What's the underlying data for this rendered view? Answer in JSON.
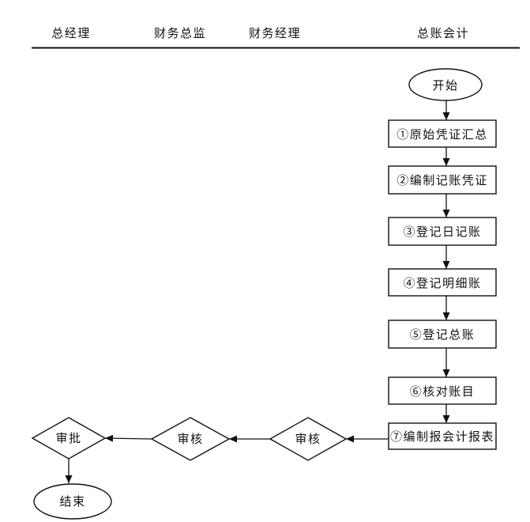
{
  "header": {
    "columns": [
      {
        "label": "总经理"
      },
      {
        "label": "财务总监"
      },
      {
        "label": "财务经理"
      },
      {
        "label": "总账会计"
      }
    ]
  },
  "flowchart": {
    "start_label": "开始",
    "steps": [
      {
        "label": "①原始凭证汇总"
      },
      {
        "label": "②编制记账凭证"
      },
      {
        "label": "③登记日记账"
      },
      {
        "label": "④登记明细账"
      },
      {
        "label": "⑤登记总账"
      },
      {
        "label": "⑥核对账目"
      },
      {
        "label": "⑦编制报会计报表"
      }
    ],
    "decisions": [
      {
        "label": "审核",
        "lane": "财务经理"
      },
      {
        "label": "审核",
        "lane": "财务总监"
      },
      {
        "label": "审批",
        "lane": "总经理"
      }
    ],
    "end_label": "结束"
  },
  "colors": {
    "line": "#111111",
    "text": "#111111",
    "background": "#ffffff"
  }
}
